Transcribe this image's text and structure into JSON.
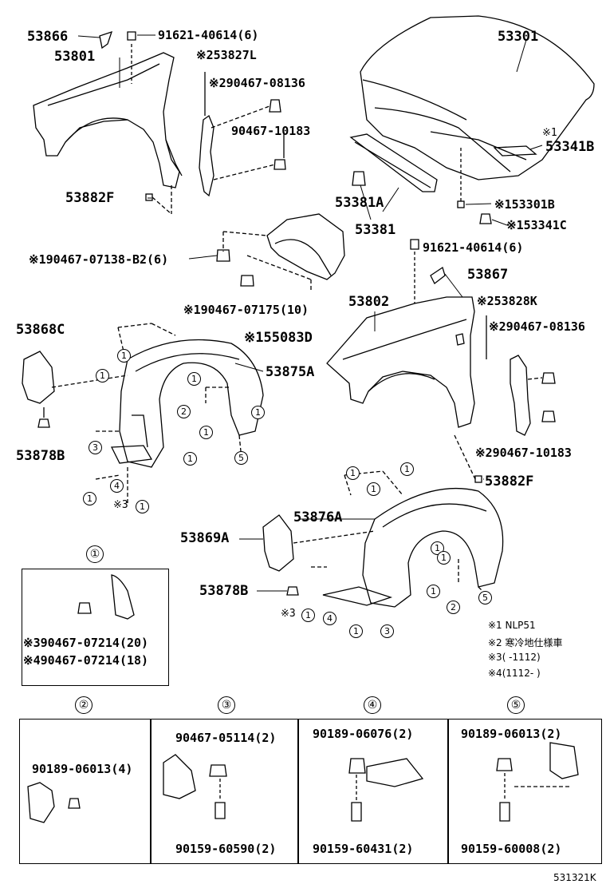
{
  "labels": {
    "p53866": "53866",
    "p53801": "53801",
    "p91621_a": "91621-40614(6)",
    "p53827L": "※253827L",
    "p90467_08136_a": "※290467-08136",
    "p90467_10183_a": "90467-10183",
    "p53882F_a": "53882F",
    "p53301": "53301",
    "p53341B": "53341B",
    "mark1_hood": "※1",
    "p53381A": "53381A",
    "p53381": "53381",
    "p53301B": "※153301B",
    "p53341C": "※153341C",
    "p90467_07138": "※190467-07138-B2(6)",
    "p90467_07175": "※190467-07175(10)",
    "p55083D": "※155083D",
    "p91621_b": "91621-40614(6)",
    "p53867": "53867",
    "p53802": "53802",
    "p53828K": "※253828K",
    "p90467_08136_b": "※290467-08136",
    "p90467_10183_b": "※290467-10183",
    "p53868C": "53868C",
    "p53875A": "53875A",
    "p53878B_a": "53878B",
    "mark3_a": "※3",
    "p53882F_b": "53882F",
    "p53876A": "53876A",
    "p53869A": "53869A",
    "p53878B_b": "53878B",
    "mark3_b": "※3"
  },
  "detail1": {
    "title": "①",
    "line1": "※390467-07214(20)",
    "line2": "※490467-07214(18)"
  },
  "notes": {
    "n1": "※1  NLP51",
    "n2": "※2  寒冷地仕様車",
    "n3": "※3(       -1112)",
    "n4": "※4(1112-       )"
  },
  "detail_headers": [
    "②",
    "③",
    "④",
    "⑤"
  ],
  "detail2": {
    "a": "90189-06013(4)"
  },
  "detail3": {
    "a": "90467-05114(2)",
    "b": "90159-60590(2)"
  },
  "detail4": {
    "a": "90189-06076(2)",
    "b": "90159-60431(2)"
  },
  "detail5": {
    "a": "90189-06013(2)",
    "b": "90159-60008(2)"
  },
  "circle_refs": {
    "one": "1",
    "two": "2",
    "three": "3",
    "four": "4",
    "five": "5"
  },
  "footer": "531321K"
}
